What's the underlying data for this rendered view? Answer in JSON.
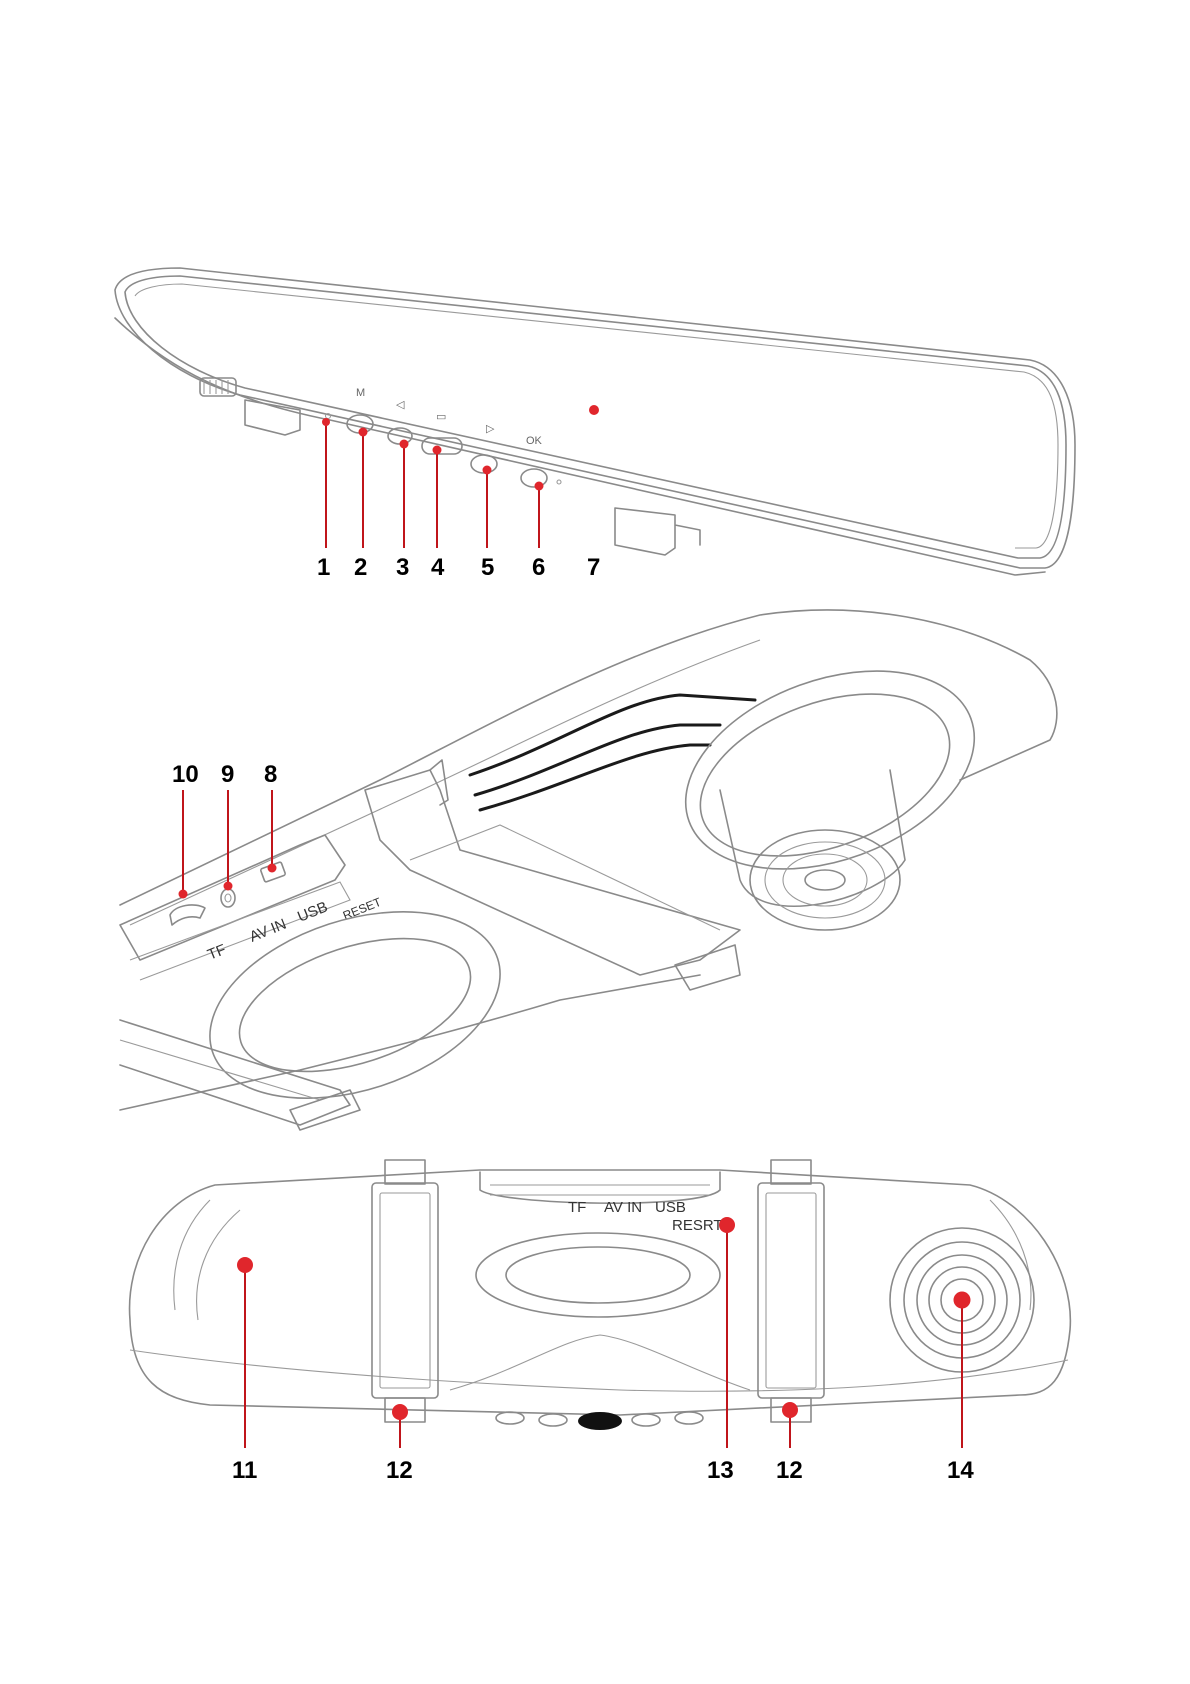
{
  "callouts": {
    "n1": "1",
    "n2": "2",
    "n3": "3",
    "n4": "4",
    "n5": "5",
    "n6": "6",
    "n7": "7",
    "n8": "8",
    "n9": "9",
    "n10": "10",
    "n11": "11",
    "n12a": "12",
    "n13": "13",
    "n12b": "12",
    "n14": "14"
  },
  "view_top_marks": {
    "m1": "M",
    "m2": "◁",
    "m3": "▭",
    "m4": "▷",
    "m5": "OK"
  },
  "view_side_ports": {
    "tf": "TF",
    "avin": "AV IN",
    "usb": "USB",
    "reset": "RESET"
  },
  "view_back_ports": {
    "tf": "TF",
    "avin": "AV IN",
    "usb": "USB",
    "reset": "RESRT"
  },
  "colors": {
    "accent": "#e0262c",
    "leader": "#c0151b",
    "line": "#8a8a8a",
    "text": "#000000"
  }
}
